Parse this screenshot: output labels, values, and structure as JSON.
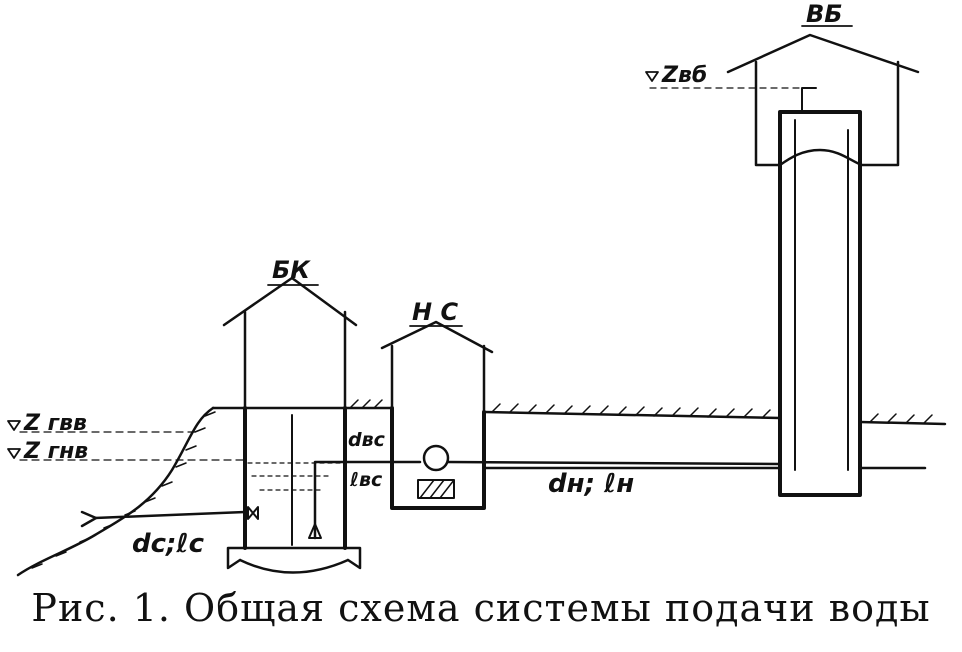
{
  "labels": {
    "bk": "БК",
    "ns": "Н С",
    "vb": "ВБ",
    "z_vb": "Zвб",
    "z_gvv": "Z гвв",
    "z_gnv": "Z гнв",
    "d_vs": "dвс",
    "l_vs": "ℓвс",
    "d_n_l_n": "dн; ℓн",
    "d_c_l_c": "dc;ℓc"
  },
  "caption": "Рис. 1. Общая схема системы подачи воды"
}
